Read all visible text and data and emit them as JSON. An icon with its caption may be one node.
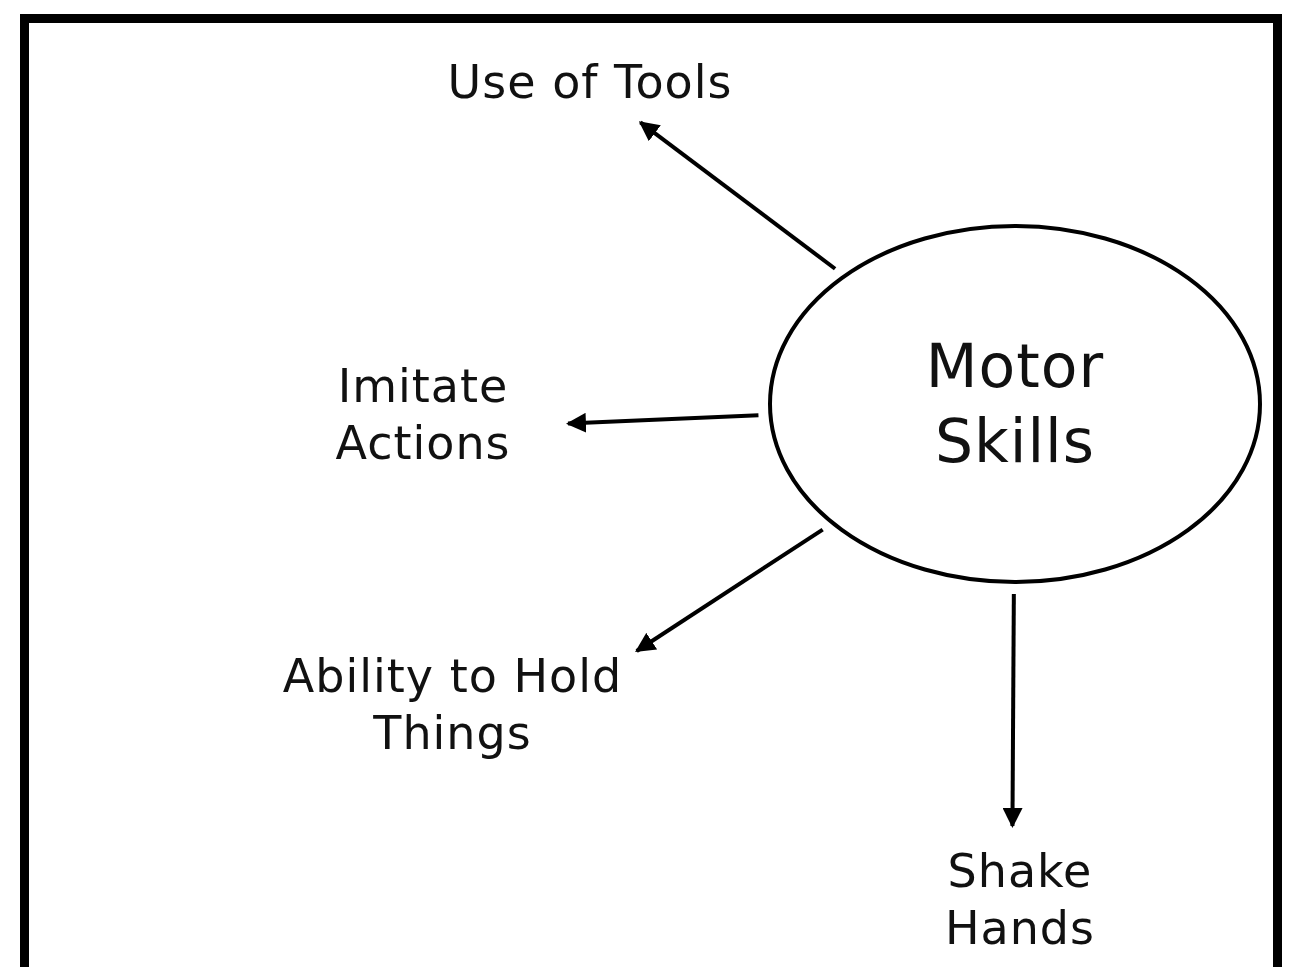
{
  "diagram": {
    "nodes": [
      {
        "text": [
          "Motor Skills"
        ]
      },
      {
        "text": [
          "Use of Tools"
        ]
      },
      {
        "text": [
          "Imitate Actions"
        ]
      },
      {
        "text": [
          "Ability to Hold Things"
        ]
      },
      {
        "text": [
          "Shake Hands"
        ]
      }
    ],
    "edges": [
      {
        "from": 0,
        "to": 1,
        "arrow": "to"
      },
      {
        "from": 0,
        "to": 2,
        "arrow": "to"
      },
      {
        "from": 0,
        "to": 3,
        "arrow": "to"
      },
      {
        "from": 0,
        "to": 4,
        "arrow": "to"
      }
    ]
  }
}
